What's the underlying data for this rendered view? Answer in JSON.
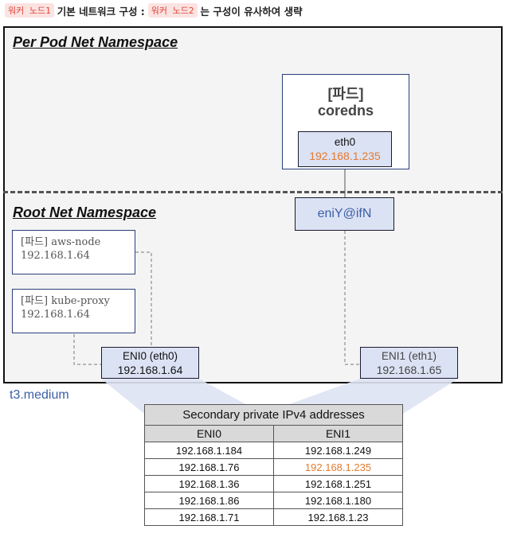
{
  "header": {
    "tag1": "워커 노드1",
    "text1": "기본 네트워크 구성 :",
    "tag2": "워커 노드2",
    "text2": "는 구성이 유사하여 생략"
  },
  "namespaces": {
    "pod_ns": "Per Pod  Net Namespace",
    "root_ns": "Root Net Namespace"
  },
  "coredns_pod": {
    "title": "[파드]",
    "name": "coredns",
    "iface": "eth0",
    "ip": "192.168.1.235"
  },
  "veth": "eniY@ifN",
  "aws_node": {
    "label": "[파드] aws-node",
    "ip": "192.168.1.64"
  },
  "kube_proxy": {
    "label": "[파드] kube-proxy",
    "ip": "192.168.1.64"
  },
  "eni0": {
    "label": "ENI0 (eth0)",
    "ip": "192.168.1.64"
  },
  "eni1": {
    "label": "ENI1 (eth1)",
    "ip": "192.168.1.65"
  },
  "instance_type": "t3.medium",
  "table": {
    "caption": "Secondary private IPv4 addresses",
    "col0": "ENI0",
    "col1": "ENI1",
    "rows": [
      [
        "192.168.1.184",
        "192.168.1.249"
      ],
      [
        "192.168.1.76",
        "192.168.1.235"
      ],
      [
        "192.168.1.36",
        "192.168.1.251"
      ],
      [
        "192.168.1.86",
        "192.168.1.180"
      ],
      [
        "192.168.1.71",
        "192.168.1.23"
      ]
    ]
  },
  "colors": {
    "highlight": "#e67a2e",
    "nic_fill": "#dbe2f3",
    "pod_border": "#2d3f7a",
    "instance_label": "#3b5ea8"
  }
}
